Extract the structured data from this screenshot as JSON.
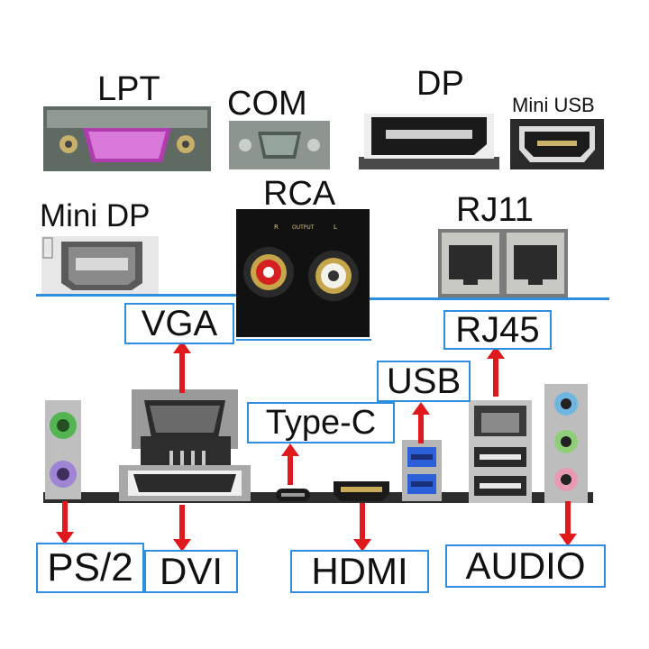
{
  "top_connectors": {
    "lpt": "LPT",
    "com": "COM",
    "dp": "DP",
    "mini_usb": "Mini USB",
    "mini_dp": "Mini DP",
    "rca": "RCA",
    "rca_output": "OUTPUT",
    "rca_r": "R",
    "rca_l": "L",
    "rj11": "RJ11"
  },
  "panel_labels": {
    "vga": "VGA",
    "rj45": "RJ45",
    "usb": "USB",
    "type_c": "Type-C",
    "ps2": "PS/2",
    "dvi": "DVI",
    "hdmi": "HDMI",
    "audio": "AUDIO"
  },
  "colors": {
    "box_border": "#2e8ee0",
    "arrow": "#e0191d",
    "lpt_port": "#b13cb0",
    "usb3_blue": "#2a5fd8"
  }
}
